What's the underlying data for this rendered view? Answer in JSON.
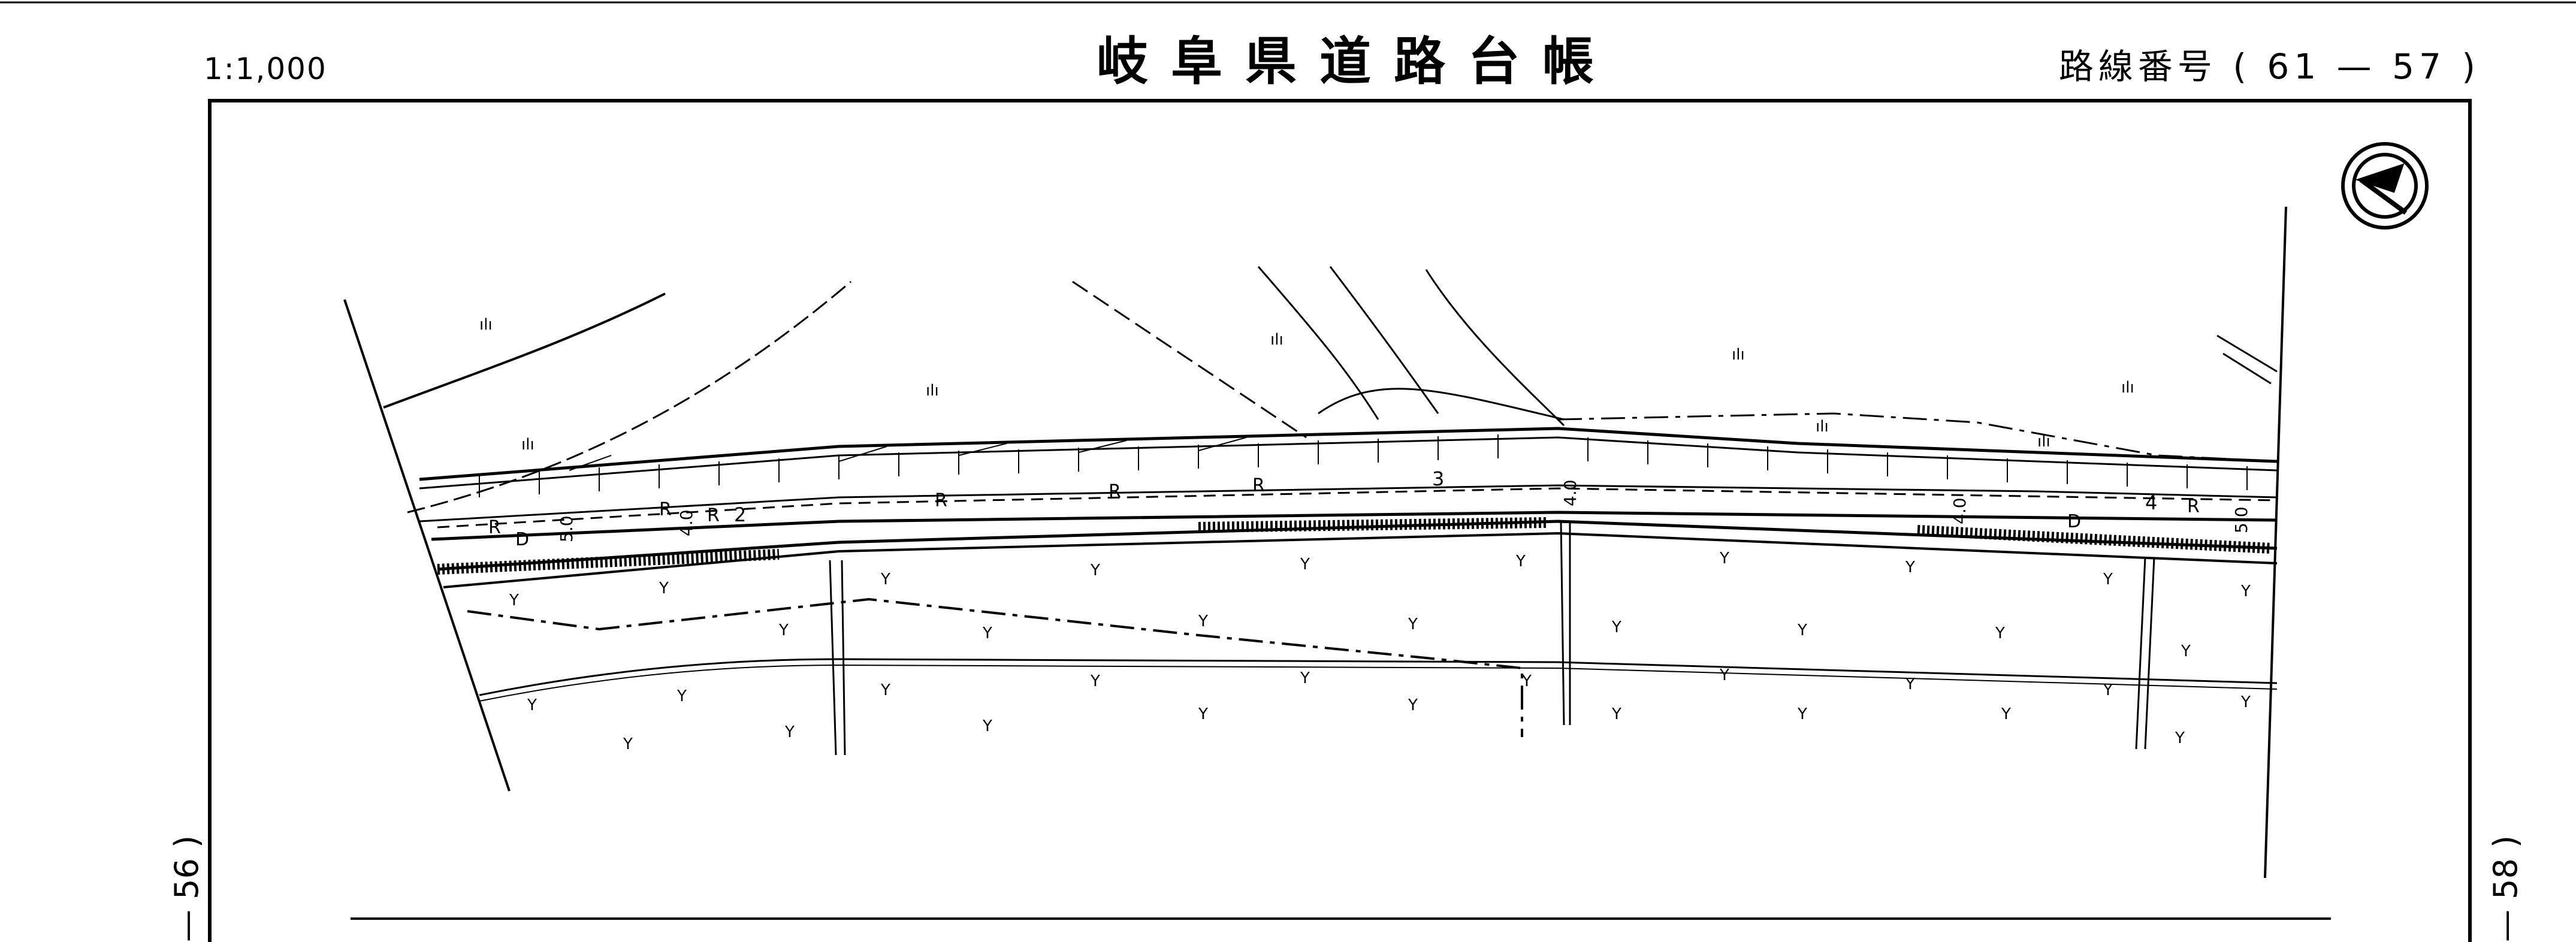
{
  "header": {
    "scale": "1:1,000",
    "title": "岐阜県道路台帳",
    "route_label": "路線番号",
    "route_open": "(",
    "route_left": "61",
    "route_dash": "—",
    "route_right": "57",
    "route_close": ")"
  },
  "sheet_refs": {
    "left": "— 56 )",
    "right": "— 58 )"
  },
  "map_labels": {
    "road_marks": [
      "R",
      "R",
      "R",
      "R",
      "R",
      "R",
      "R"
    ],
    "direction_marks": [
      "D",
      "D"
    ],
    "stations": [
      "2",
      "3",
      "4"
    ],
    "widths": [
      "5.0",
      "4.0",
      "4.0",
      "4.0",
      "5.0"
    ],
    "vegetation": "Y",
    "field_symbol": "ılı"
  },
  "north_arrow_icon": "north-arrow-icon"
}
